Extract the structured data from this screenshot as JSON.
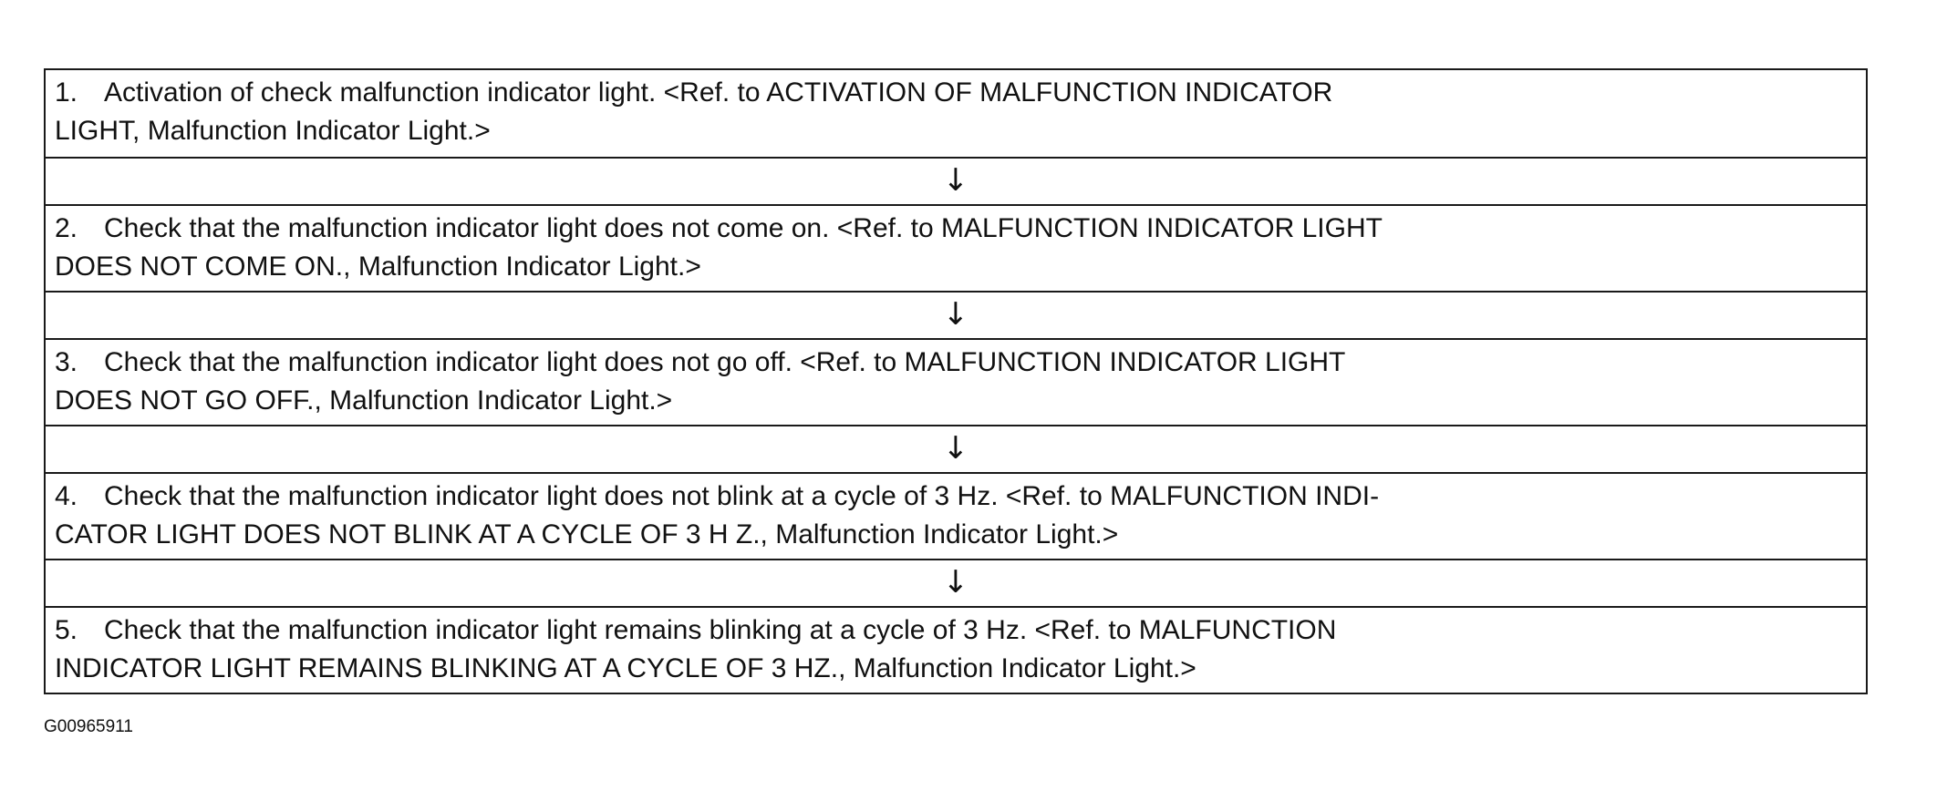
{
  "steps": [
    {
      "number": "1.",
      "line1": "Activation of check malfunction indicator light. <Ref. to ACTIVATION OF MALFUNCTION INDICATOR",
      "line2": "LIGHT, Malfunction Indicator Light.>"
    },
    {
      "number": "2.",
      "line1": "Check that the malfunction indicator light does not come on. <Ref. to MALFUNCTION INDICATOR LIGHT",
      "line2": "DOES NOT COME ON., Malfunction Indicator Light.>"
    },
    {
      "number": "3.",
      "line1": "Check that the malfunction indicator light does not go off. <Ref. to MALFUNCTION INDICATOR LIGHT",
      "line2": "DOES NOT GO OFF., Malfunction Indicator Light.>"
    },
    {
      "number": "4.",
      "line1": "Check that the malfunction indicator light does not blink at a cycle of 3 Hz. <Ref. to MALFUNCTION INDI-",
      "line2": "CATOR LIGHT DOES NOT BLINK AT A CYCLE OF 3 H Z., Malfunction Indicator Light.>"
    },
    {
      "number": "5.",
      "line1": "Check that the malfunction indicator light remains blinking at a cycle of 3 Hz. <Ref. to MALFUNCTION",
      "line2": "INDICATOR LIGHT REMAINS BLINKING AT A CYCLE OF 3 HZ., Malfunction Indicator Light.>"
    }
  ],
  "arrow_glyph": "↓",
  "figure_id": "G00965911"
}
